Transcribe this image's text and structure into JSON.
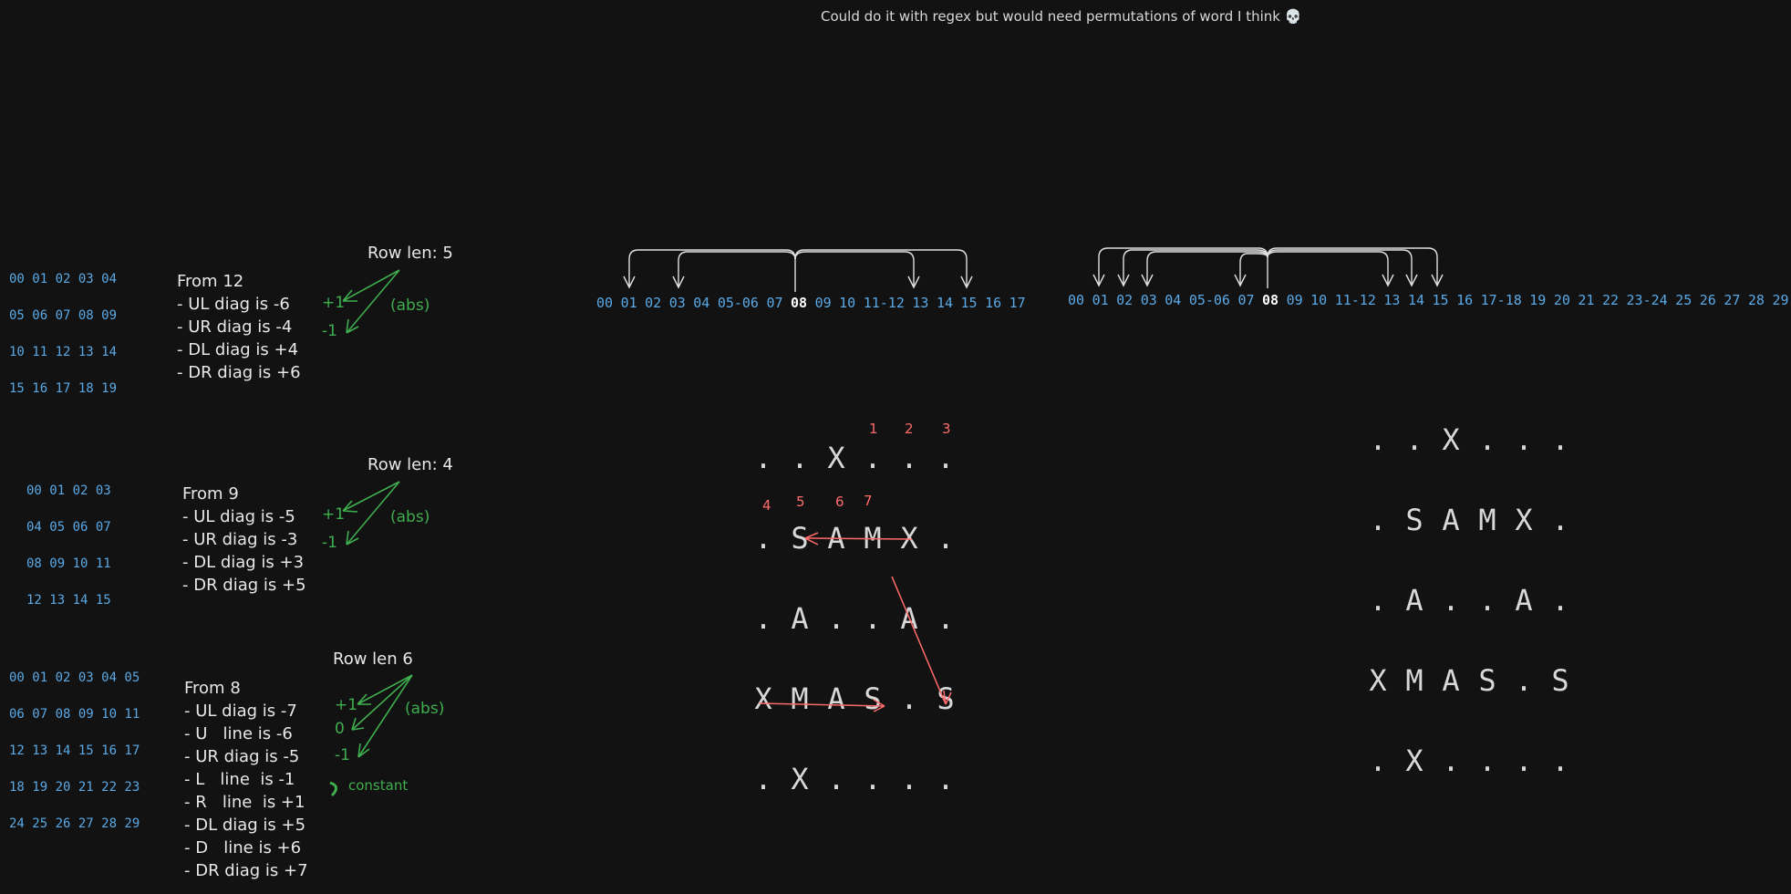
{
  "top_note": "Could do it with regex but would need permutations of word I think 💀",
  "grid5": [
    "00 01 02 03 04",
    "05 06 07 08 09",
    "10 11 12 13 14",
    "15 16 17 18 19"
  ],
  "grid4": [
    "00 01 02 03",
    "04 05 06 07",
    "08 09 10 11",
    "12 13 14 15"
  ],
  "grid6": [
    "00 01 02 03 04 05",
    "06 07 08 09 10 11",
    "12 13 14 15 16 17",
    "18 19 20 21 22 23",
    "24 25 26 27 28 29"
  ],
  "note5": {
    "row_len": "Row len: 5",
    "lines": [
      "From 12",
      "- UL diag is -6",
      "- UR diag is -4",
      "- DL diag is +4",
      "- DR diag is +6"
    ],
    "plus": "+1",
    "minus": "-1",
    "abs": "(abs)"
  },
  "note4": {
    "row_len": "Row len: 4",
    "lines": [
      "From 9",
      "- UL diag is -5",
      "- UR diag is -3",
      "- DL diag is +3",
      "- DR diag is +5"
    ],
    "plus": "+1",
    "minus": "-1",
    "abs": "(abs)"
  },
  "note6": {
    "row_len": "Row len 6",
    "lines": [
      "From 8",
      "- UL diag is -7",
      "- U   line is -6",
      "- UR diag is -5",
      "- L   line  is -1",
      "- R   line  is +1",
      "- DL diag is +5",
      "- D   line is +6",
      "- DR diag is +7"
    ],
    "plus": "+1",
    "zero": "0",
    "minus": "-1",
    "abs": "(abs)",
    "constant": "constant"
  },
  "index_row_1": [
    "00",
    "01",
    "02",
    "03",
    "04",
    "05-06",
    "07",
    "08",
    "09",
    "10",
    "11-12",
    "13",
    "14",
    "15",
    "16",
    "17"
  ],
  "index_row_2": [
    "00",
    "01",
    "02",
    "03",
    "04",
    "05-06",
    "07",
    "08",
    "09",
    "10",
    "11-12",
    "13",
    "14",
    "15",
    "16",
    "17-18",
    "19",
    "20",
    "21",
    "22",
    "23-24",
    "25",
    "26",
    "27",
    "28",
    "29"
  ],
  "highlight_index": "08",
  "word_grid_left": [
    [
      ".",
      ".",
      "X",
      ".",
      ".",
      "."
    ],
    [
      ".",
      "S",
      "A",
      "M",
      "X",
      "."
    ],
    [
      ".",
      "A",
      ".",
      ".",
      "A",
      "."
    ],
    [
      "X",
      "M",
      "A",
      "S",
      ".",
      "S"
    ],
    [
      ".",
      "X",
      ".",
      ".",
      ".",
      "."
    ]
  ],
  "word_grid_right": [
    [
      ".",
      ".",
      "X",
      ".",
      ".",
      "."
    ],
    [
      ".",
      "S",
      "A",
      "M",
      "X",
      "."
    ],
    [
      ".",
      "A",
      ".",
      ".",
      "A",
      "."
    ],
    [
      "X",
      "M",
      "A",
      "S",
      ".",
      "S"
    ],
    [
      ".",
      "X",
      ".",
      ".",
      ".",
      "."
    ]
  ],
  "red_numbers_top": [
    "1",
    "2",
    "3"
  ],
  "red_numbers_mid": [
    "4",
    "5",
    "6",
    "7"
  ],
  "colors": {
    "background": "#121212",
    "blue": "#5aa9e6",
    "green": "#3fae4e",
    "red": "#ff6b6b",
    "text": "#e8e8e8"
  }
}
